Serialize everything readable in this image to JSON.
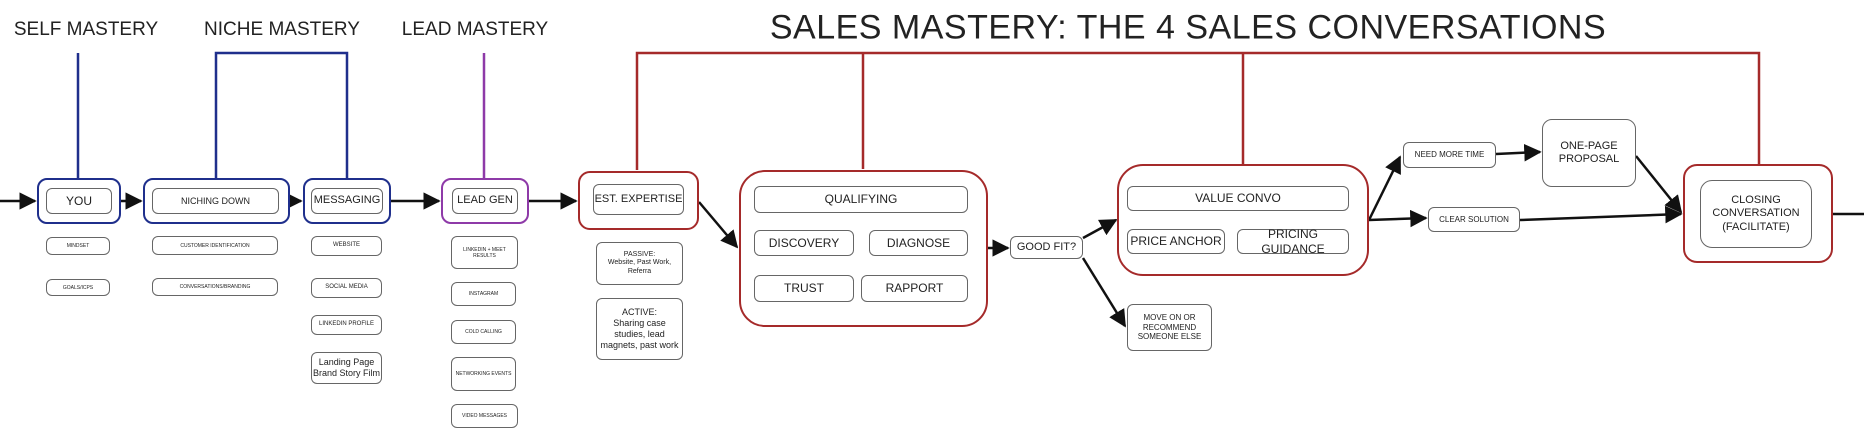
{
  "headers": {
    "self_mastery": "SELF MASTERY",
    "niche_mastery": "NICHE MASTERY",
    "lead_mastery": "LEAD MASTERY",
    "sales_mastery": "SALES MASTERY: THE 4 SALES CONVERSATIONS"
  },
  "self": {
    "main": "YOU",
    "items": [
      "MINDSET",
      "GOALS/ICPS"
    ]
  },
  "niche": {
    "main": "NICHING DOWN",
    "items": [
      "CUSTOMER IDENTIFICATION",
      "CONVERSATIONS/BRANDING"
    ]
  },
  "messaging": {
    "main": "MESSAGING",
    "items": [
      "WEBSITE",
      "SOCIAL MEDIA",
      "LINKEDIN PROFILE",
      "Landing Page\nBrand Story Film"
    ]
  },
  "lead": {
    "main": "LEAD GEN",
    "items": [
      "LINKEDIN + MEET RESULTS",
      "INSTAGRAM",
      "COLD CALLING",
      "NETWORKING EVENTS",
      "VIDEO MESSAGES"
    ]
  },
  "expertise": {
    "main": "EST. EXPERTISE",
    "passive": "PASSIVE:\nWebsite, Past Work,\nReferra",
    "active": "ACTIVE:\nSharing case\nstudies, lead\nmagnets, past work"
  },
  "qualifying": {
    "title": "QUALIFYING",
    "items": [
      "DISCOVERY",
      "DIAGNOSE",
      "TRUST",
      "RAPPORT"
    ]
  },
  "good_fit": "GOOD FIT?",
  "move_on": "MOVE ON OR\nRECOMMEND\nSOMEONE ELSE",
  "value": {
    "title": "VALUE CONVO",
    "items": [
      "PRICE ANCHOR",
      "PRICING GUIDANCE"
    ]
  },
  "need_more_time": "NEED MORE TIME",
  "clear_solution": "CLEAR SOLUTION",
  "proposal": "ONE-PAGE\nPROPOSAL",
  "closing": "CLOSING\nCONVERSATION\n(FACILITATE)",
  "colors": {
    "self": "#1f2f8c",
    "niche": "#1f2f8c",
    "lead": "#8e3aa8",
    "sales": "#a52a2a",
    "arrow": "#111111"
  }
}
